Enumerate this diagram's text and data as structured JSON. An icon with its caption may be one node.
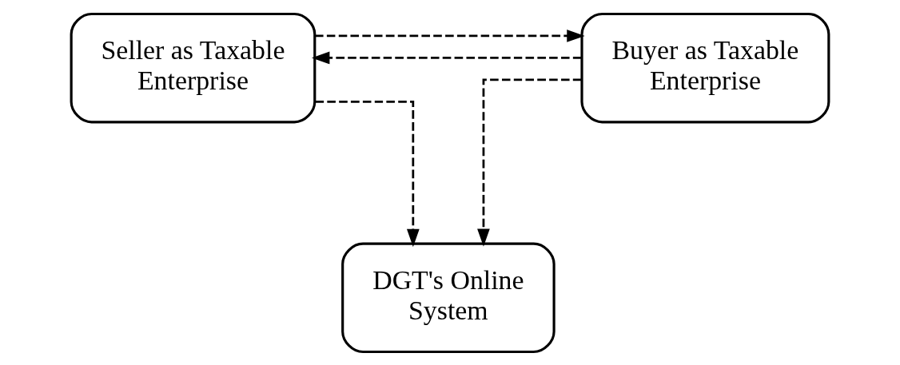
{
  "diagram": {
    "nodes": [
      {
        "text": [
          "Seller as Taxable Enterprise"
        ]
      },
      {
        "text": [
          "Buyer as Taxable Enterprise"
        ]
      },
      {
        "text": [
          "DGT's Online System"
        ]
      }
    ],
    "edges": [
      {
        "from": 0,
        "to": 1,
        "arrow": "to",
        "style": "dashed"
      },
      {
        "from": 1,
        "to": 0,
        "arrow": "to",
        "style": "dashed"
      },
      {
        "from": 0,
        "to": 2,
        "arrow": "to",
        "style": "dashed"
      },
      {
        "from": 1,
        "to": 2,
        "arrow": "to",
        "style": "dashed"
      }
    ]
  }
}
